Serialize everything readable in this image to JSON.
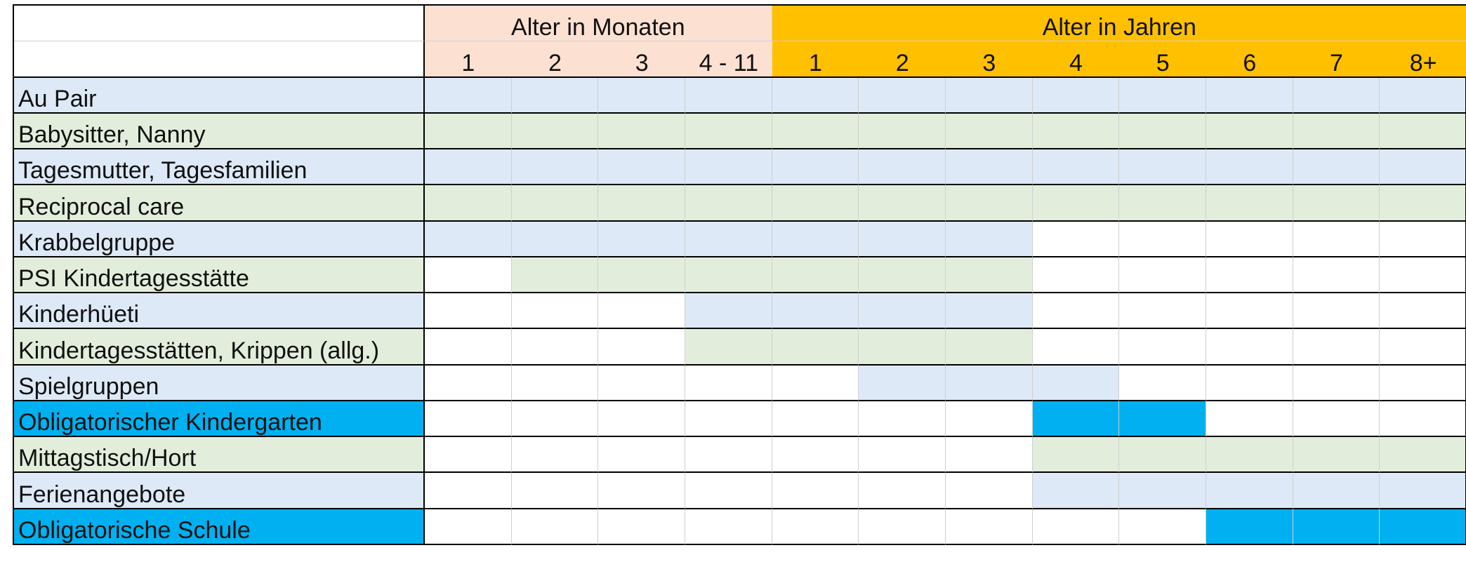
{
  "header": {
    "group_months": "Alter in Monaten",
    "group_years": "Alter in Jahren",
    "columns": [
      "1",
      "2",
      "3",
      "4 - 11",
      "1",
      "2",
      "3",
      "4",
      "5",
      "6",
      "7",
      "8+"
    ]
  },
  "colors": {
    "light_blue": "#dde9f6",
    "light_green": "#e2eedb",
    "bright_blue": "#00b0f0",
    "peach": "#fce1d3",
    "orange": "#ffc000",
    "white": "#ffffff"
  },
  "rows": [
    {
      "label": "Au Pair",
      "tone": "light_blue",
      "cells": [
        1,
        1,
        1,
        1,
        1,
        1,
        1,
        1,
        1,
        1,
        1,
        1
      ]
    },
    {
      "label": "Babysitter, Nanny",
      "tone": "light_green",
      "cells": [
        1,
        1,
        1,
        1,
        1,
        1,
        1,
        1,
        1,
        1,
        1,
        1
      ]
    },
    {
      "label": "Tagesmutter, Tagesfamilien",
      "tone": "light_blue",
      "cells": [
        1,
        1,
        1,
        1,
        1,
        1,
        1,
        1,
        1,
        1,
        1,
        1
      ]
    },
    {
      "label": "Reciprocal care",
      "tone": "light_green",
      "cells": [
        1,
        1,
        1,
        1,
        1,
        1,
        1,
        1,
        1,
        1,
        1,
        1
      ]
    },
    {
      "label": "Krabbelgruppe",
      "tone": "light_blue",
      "cells": [
        1,
        1,
        1,
        1,
        1,
        1,
        1,
        0,
        0,
        0,
        0,
        0
      ]
    },
    {
      "label": "PSI Kindertagesstätte",
      "tone": "light_green",
      "cells": [
        0,
        1,
        1,
        1,
        1,
        1,
        1,
        0,
        0,
        0,
        0,
        0
      ]
    },
    {
      "label": "Kinderhüeti",
      "tone": "light_blue",
      "cells": [
        0,
        0,
        0,
        1,
        1,
        1,
        1,
        0,
        0,
        0,
        0,
        0
      ]
    },
    {
      "label": "Kindertagesstätten, Krippen (allg.)",
      "tone": "light_green",
      "cells": [
        0,
        0,
        0,
        1,
        1,
        1,
        1,
        0,
        0,
        0,
        0,
        0
      ]
    },
    {
      "label": "Spielgruppen",
      "tone": "light_blue",
      "cells": [
        0,
        0,
        0,
        0,
        0,
        1,
        1,
        1,
        0,
        0,
        0,
        0
      ]
    },
    {
      "label": "Obligatorischer Kindergarten",
      "tone": "bright_blue",
      "cells": [
        0,
        0,
        0,
        0,
        0,
        0,
        0,
        1,
        1,
        0,
        0,
        0
      ]
    },
    {
      "label": "Mittagstisch/Hort",
      "tone": "light_green",
      "cells": [
        0,
        0,
        0,
        0,
        0,
        0,
        0,
        1,
        1,
        1,
        1,
        1
      ]
    },
    {
      "label": "Ferienangebote",
      "tone": "light_blue",
      "cells": [
        0,
        0,
        0,
        0,
        0,
        0,
        0,
        1,
        1,
        1,
        1,
        1
      ]
    },
    {
      "label": "Obligatorische Schule",
      "tone": "bright_blue",
      "cells": [
        0,
        0,
        0,
        0,
        0,
        0,
        0,
        0,
        0,
        1,
        1,
        1
      ]
    }
  ]
}
